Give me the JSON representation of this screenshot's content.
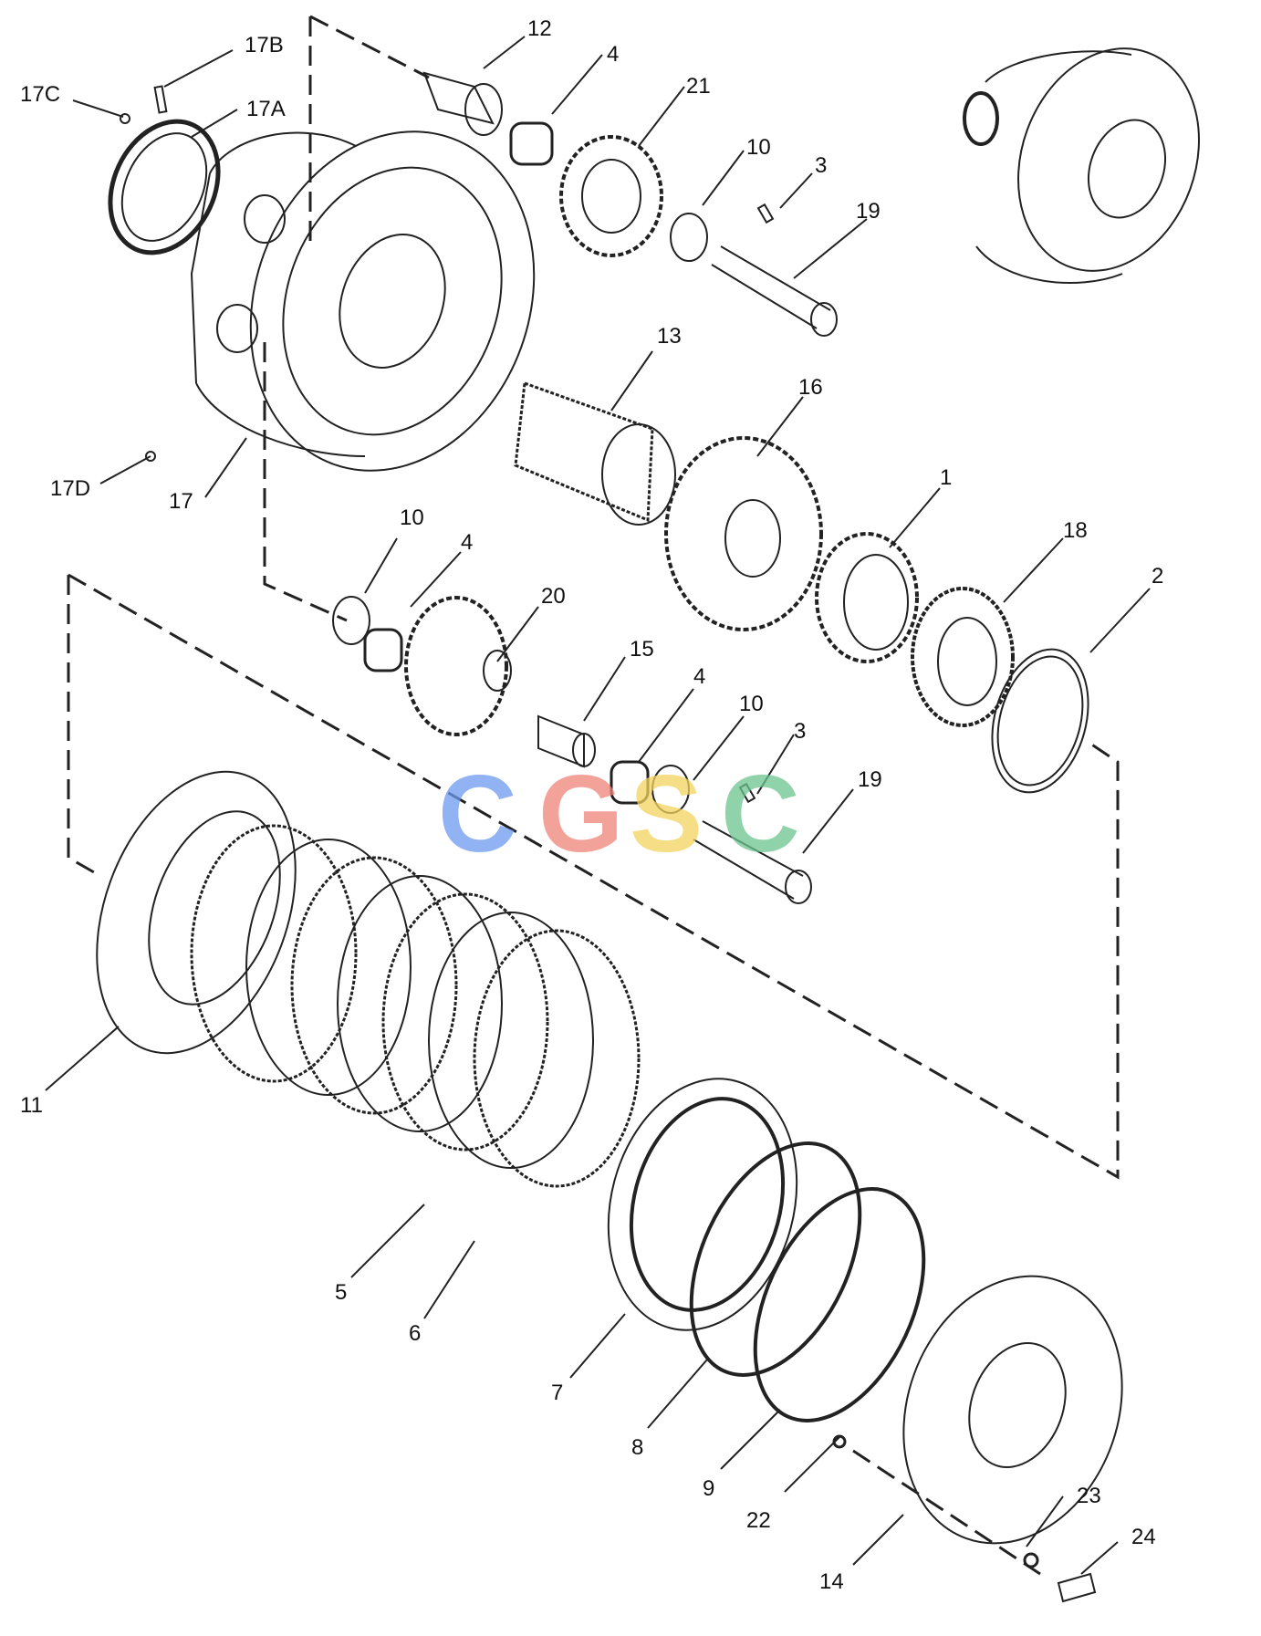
{
  "diagram": {
    "callouts": [
      "12",
      "17B",
      "4",
      "21",
      "17C",
      "17A",
      "10",
      "3",
      "19",
      "13",
      "16",
      "1",
      "17D",
      "17",
      "10",
      "4",
      "18",
      "2",
      "20",
      "15",
      "4",
      "10",
      "3",
      "19",
      "11",
      "5",
      "6",
      "7",
      "8",
      "9",
      "22",
      "23",
      "24",
      "14"
    ]
  },
  "watermark": {
    "letters": [
      "C",
      "G",
      "S",
      "C"
    ],
    "colors": [
      "#6d9af0",
      "#ef8378",
      "#f3d35e",
      "#6cc58f"
    ]
  }
}
